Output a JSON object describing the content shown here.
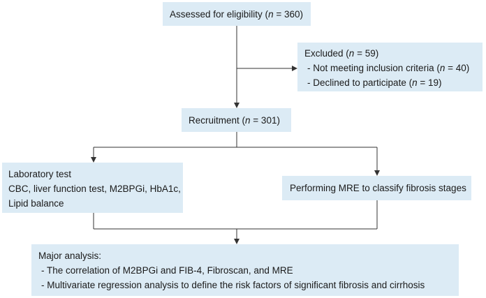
{
  "assess": {
    "pre": "Assessed for eligibility (",
    "n": "n",
    "post": " = 360)"
  },
  "excluded": {
    "title_pre": "Excluded (",
    "title_n": "n",
    "title_post": " = 59)",
    "item1_pre": "- Not meeting inclusion criteria (",
    "item1_n": "n",
    "item1_post": " = 40)",
    "item2_pre": "- Declined to participate (",
    "item2_n": "n",
    "item2_post": " = 19)"
  },
  "recruit": {
    "pre": "Recruitment (",
    "n": "n",
    "post": " = 301)"
  },
  "lab": {
    "line1": "Laboratory test",
    "line2": "CBC, liver function test, M2BPGi, HbA1c,",
    "line3": "Lipid balance"
  },
  "mre": {
    "text": "Performing MRE to classify fibrosis stages"
  },
  "major": {
    "title": "Major analysis:",
    "item1": "- The correlation of M2BPGi and FIB-4, Fibroscan, and MRE",
    "item2": "- Multivariate regression analysis to define the risk factors of significant fibrosis and cirrhosis"
  },
  "colors": {
    "box_fill": "#dcebf5",
    "line": "#333333"
  }
}
